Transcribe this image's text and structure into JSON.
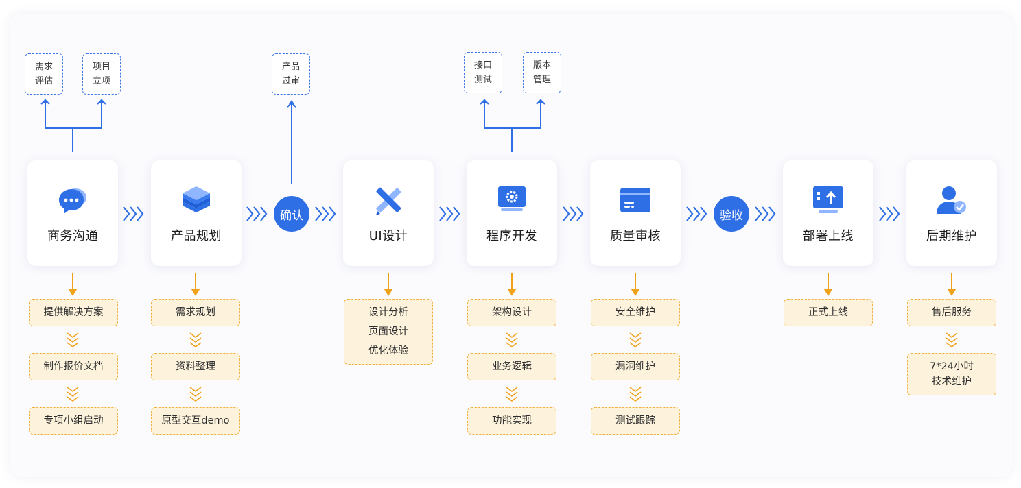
{
  "stages": [
    {
      "title": "商务沟通",
      "icon": "chat-bubble-icon",
      "tasks": [
        "提供解决方案",
        "制作报价文档",
        "专项小组启动"
      ]
    },
    {
      "title": "产品规划",
      "icon": "layers-icon",
      "tasks": [
        "需求规划",
        "资料整理",
        "原型交互demo"
      ]
    },
    {
      "title": "UI设计",
      "icon": "design-tools-icon",
      "tasks": [
        "设计分析",
        "页面设计",
        "优化体验"
      ]
    },
    {
      "title": "程序开发",
      "icon": "monitor-gear-icon",
      "tasks": [
        "架构设计",
        "业务逻辑",
        "功能实现"
      ]
    },
    {
      "title": "质量审核",
      "icon": "card-document-icon",
      "tasks": [
        "安全维护",
        "漏洞维护",
        "测试跟踪"
      ]
    },
    {
      "title": "部署上线",
      "icon": "upload-screen-icon",
      "tasks": [
        "正式上线"
      ]
    },
    {
      "title": "后期维护",
      "icon": "user-check-icon",
      "tasks": [
        "售后服务",
        "7*24小时\n技术维护"
      ]
    }
  ],
  "checkpoints": {
    "confirm": "确认",
    "accept": "验收"
  },
  "tags": {
    "req_eval": "需求\n评估",
    "project_init": "项目\n立项",
    "product_review": "产品\n过审",
    "api_test": "接口\n测试",
    "version_mgmt": "版本\n管理"
  },
  "colors": {
    "accent_blue": "#2f6fe6",
    "task_fill": "#fdf3dd",
    "task_border": "#f2b03c",
    "arrow_orange": "#f0a21a"
  }
}
